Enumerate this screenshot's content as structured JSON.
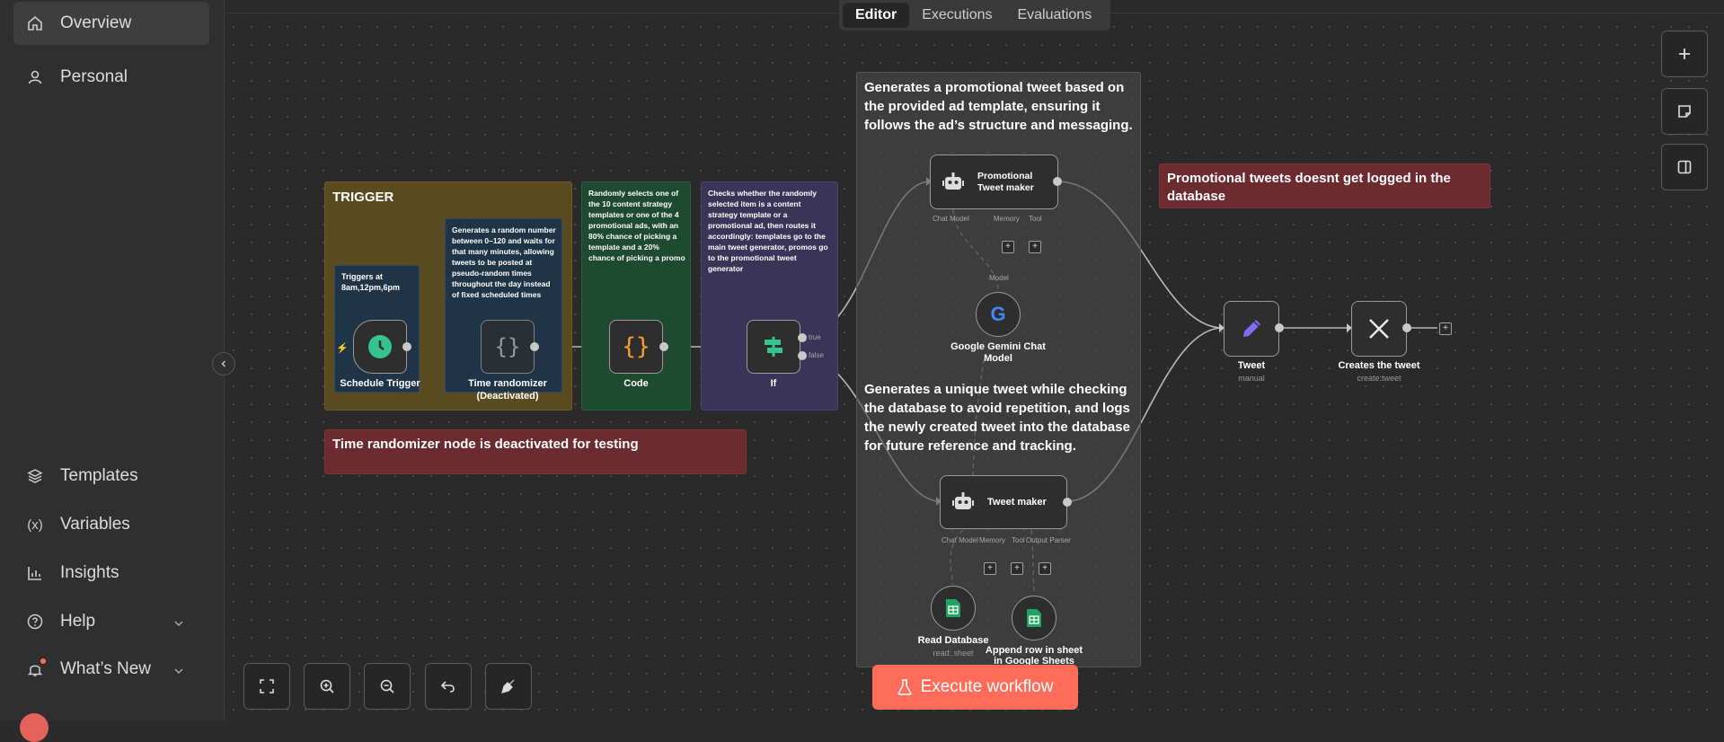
{
  "sidebar": {
    "items": [
      {
        "label": "Overview",
        "icon": "home-icon"
      },
      {
        "label": "Personal",
        "icon": "user-icon"
      },
      {
        "label": "Templates",
        "icon": "package-icon"
      },
      {
        "label": "Variables",
        "icon": "variable-icon"
      },
      {
        "label": "Insights",
        "icon": "chart-icon"
      },
      {
        "label": "Help",
        "icon": "help-icon"
      },
      {
        "label": "What’s New",
        "icon": "bell-icon"
      }
    ]
  },
  "tabs": [
    "Editor",
    "Executions",
    "Evaluations"
  ],
  "stickies": {
    "trigger_title": "TRIGGER",
    "triggers_note": "Triggers at 8am,12pm,6pm",
    "randomizer_note": "Generates a random number between 0–120 and waits for that many minutes, allowing tweets to be posted at pseudo-random times throughout the day instead of fixed scheduled times",
    "code_note": "Randomly selects one of the 10 content strategy templates or one of the 4 promotional ads, with an 80% chance of picking a template and a 20% chance of picking a promo",
    "if_note": "Checks whether the randomly selected item is a content strategy template or a promotional ad, then routes it accordingly: templates go to the main tweet generator, promos go to the promotional tweet generator",
    "promo_note": "Generates a promotional tweet based on the provided ad template, ensuring it follows the ad’s structure and messaging.",
    "unique_note": "Generates a unique tweet while checking the database to avoid repetition, and logs the newly created tweet into the database for future reference and tracking.",
    "warning_promo": "Promotional tweets doesnt get logged in the database",
    "warning_randomizer": "Time randomizer node is deactivated for testing"
  },
  "nodes": {
    "schedule": {
      "label": "Schedule Trigger"
    },
    "randomizer": {
      "label1": "Time randomizer",
      "label2": "(Deactivated)"
    },
    "code": {
      "label": "Code"
    },
    "if": {
      "label": "If",
      "true_label": "true",
      "false_label": "false"
    },
    "promo_maker": {
      "label1": "Promotional",
      "label2": "Tweet maker",
      "ports": [
        "Chat Model",
        "Memory",
        "Tool"
      ]
    },
    "gemini": {
      "label1": "Google Gemini Chat",
      "label2": "Model",
      "port": "Model"
    },
    "tweet_maker": {
      "label": "Tweet maker",
      "ports": [
        "Chat Model",
        "Memory",
        "Tool",
        "Output Parser"
      ]
    },
    "read_db": {
      "label": "Read Database",
      "sub": "read: sheet"
    },
    "append": {
      "label1": "Append row in sheet",
      "label2": "in Google Sheets"
    },
    "tweet": {
      "label": "Tweet",
      "sub": "manual"
    },
    "x": {
      "label": "Creates the tweet",
      "sub": "create:tweet"
    }
  },
  "execute_label": "Execute workflow",
  "colors": {
    "accent": "#ff6d5a",
    "trigger_sticky": "#5a4a1f",
    "warning_sticky": "#6b2b2f"
  }
}
